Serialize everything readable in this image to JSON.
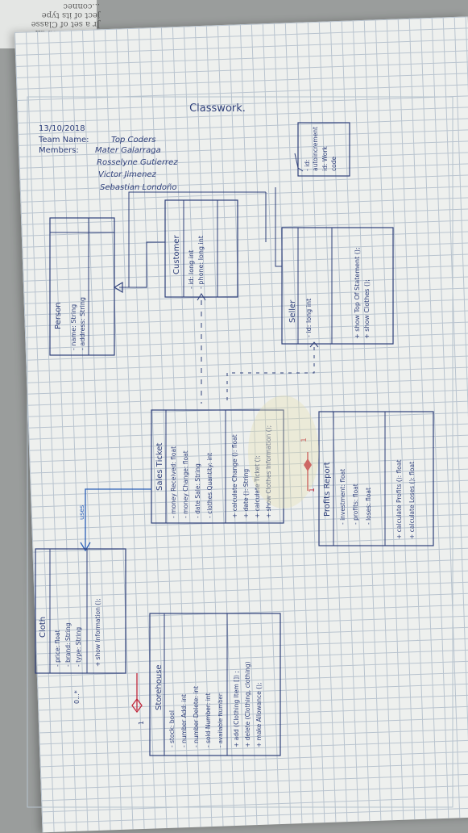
{
  "under_page_lines": [
    "se name and dif",
    "Jr a set of Classe",
    "ject of its type",
    "...connec"
  ],
  "title": "Classwork.",
  "header": {
    "date": "13/10/2018",
    "team_label": "Team Name:",
    "team_name": "Top Coders",
    "members_label": "Members:",
    "members": [
      "Mater Galarraga",
      "Rosselyne Gutierrez",
      "Victor Jimenez",
      "Sebastian Londoño"
    ]
  },
  "note": [
    "- id:",
    "autoincrement",
    "id: Work",
    "code"
  ],
  "classes": {
    "person": {
      "name": "Person",
      "attributes": [
        "- name: String",
        "- address: String"
      ],
      "methods": []
    },
    "customer": {
      "name": "Customer",
      "attributes": [
        "- id: long int",
        "- phone: long int"
      ],
      "methods": []
    },
    "seller": {
      "name": "Seller",
      "attributes": [
        "- id: long int"
      ],
      "methods": [
        "+ show Top Of Statement ();",
        "+ show Clothes ();"
      ]
    },
    "sales_ticket": {
      "name": "Sales Ticket",
      "attributes": [
        "- money Received: float",
        "- money Change: float",
        "- date Sale: String",
        "- clothes Quantity: int"
      ],
      "methods": [
        "+ calculate Change (): float",
        "+ date (): String",
        "+ calculate Ticket ();",
        "+ show Clothes Information ();"
      ]
    },
    "profits_report": {
      "name": "Profits Report",
      "attributes": [
        "- investment: float",
        "- profits: float",
        "- loses: float"
      ],
      "methods": [
        "+ calculate Profits (): float",
        "+ calculate Loses (): float"
      ]
    },
    "cloth": {
      "name": "Cloth",
      "attributes": [
        "- price: float",
        "- brand: String",
        "- type: String"
      ],
      "methods": [
        "+ show Information ();"
      ]
    },
    "storehouse": {
      "name": "Storehouse",
      "attributes": [
        "- stock: bool",
        "- number Add: int",
        "- number Delete: int",
        "- sold Number: int",
        "- available Number:"
      ],
      "methods": [
        "+ add (Clothing Item []) ;",
        "+ delete (Clothing, clothing)",
        "+ make Allowance ();"
      ]
    }
  },
  "relations": {
    "uses_label": "uses",
    "mult_storehouse": "1",
    "mult_cloth": "0...*",
    "mult_report_a": "1",
    "mult_report_b": "1"
  },
  "ink_color": "#2e3f7a",
  "accent_color": "#c0283c"
}
